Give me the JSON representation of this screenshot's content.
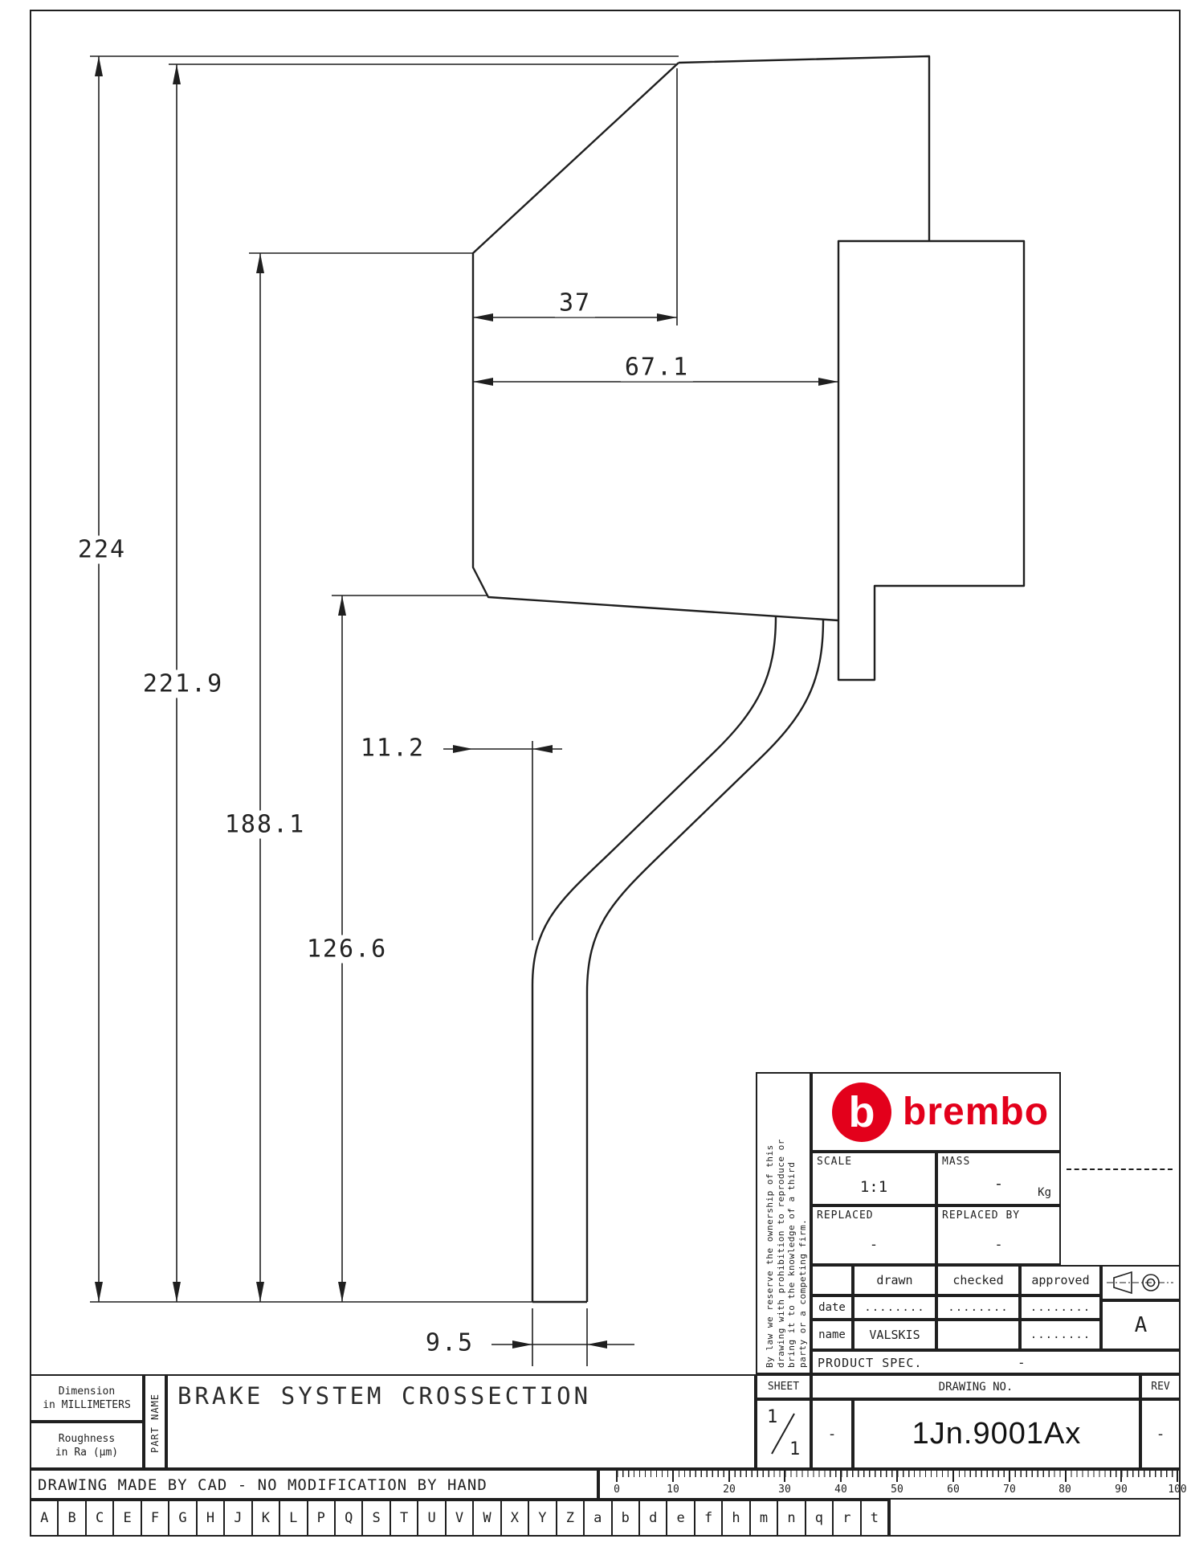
{
  "dimensions": {
    "d224": "224",
    "d221_9": "221.9",
    "d188_1": "188.1",
    "d126_6": "126.6",
    "d37": "37",
    "d67_1": "67.1",
    "d11_2": "11.2",
    "d9_5": "9.5"
  },
  "title_block": {
    "legal_lines": [
      "By law we reserve the ownership of this",
      "drawing with prohibition to reproduce or",
      "bring it to the knowledge of a third",
      "party or a competing firm."
    ],
    "brand_wordmark": "brembo",
    "brand_icon_letter": "b",
    "brand_red": "#e3001b",
    "scale_label": "SCALE",
    "scale_value": "1:1",
    "mass_label": "MASS",
    "mass_value": "-",
    "mass_unit": "Kg",
    "replaced_label": "REPLACED",
    "replaced_value": "-",
    "replaced_by_label": "REPLACED BY",
    "replaced_by_value": "-",
    "col_drawn": "drawn",
    "col_checked": "checked",
    "col_approved": "approved",
    "date_label": "date",
    "name_label": "name",
    "date_drawn": "........",
    "date_checked": "........",
    "date_approved": "........",
    "name_drawn": "VALSKIS",
    "name_approved": "........",
    "product_spec_label": "PRODUCT SPEC.",
    "product_spec_value": "-",
    "sheet_label": "SHEET",
    "sheet_num": "1",
    "sheet_den": "1",
    "drawing_no_label": "DRAWING NO.",
    "drawing_no_prefix": "-",
    "drawing_no": "1Jn.9001Ax",
    "rev_label": "REV",
    "rev_value": "-",
    "format_letter": "A"
  },
  "footer": {
    "dim_note_1": "Dimension",
    "dim_note_2": "in MILLIMETERS",
    "rough_note_1": "Roughness",
    "rough_note_2": "in Ra (µm)",
    "part_name_label": "PART NAME",
    "part_name": "BRAKE SYSTEM CROSSECTION",
    "cad_note": "DRAWING MADE BY CAD - NO MODIFICATION BY HAND",
    "ruler_numbers": [
      "0",
      "10",
      "20",
      "30",
      "40",
      "50",
      "60",
      "70",
      "80",
      "90",
      "100"
    ],
    "letters": [
      "A",
      "B",
      "C",
      "E",
      "F",
      "G",
      "H",
      "J",
      "K",
      "L",
      "P",
      "Q",
      "S",
      "T",
      "U",
      "V",
      "W",
      "X",
      "Y",
      "Z",
      "a",
      "b",
      "d",
      "e",
      "f",
      "h",
      "m",
      "n",
      "q",
      "r",
      "t"
    ]
  }
}
